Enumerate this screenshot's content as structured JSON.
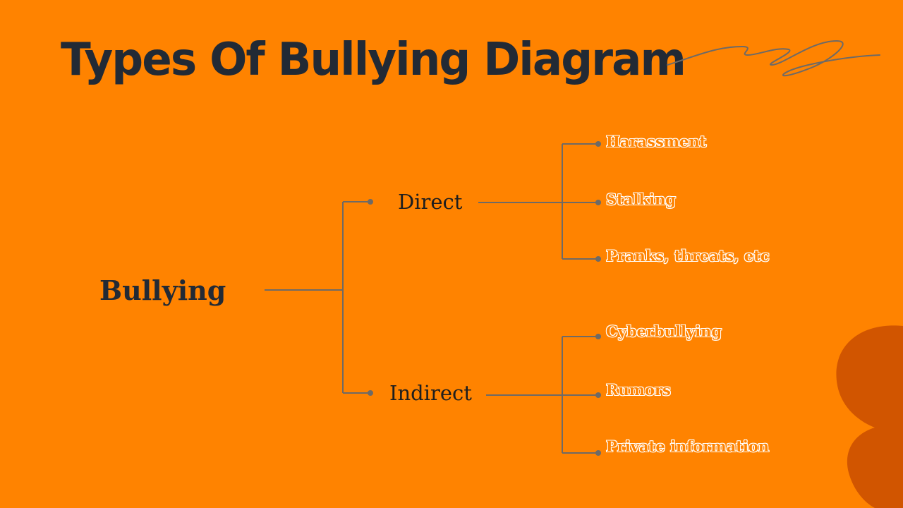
{
  "title": "Types Of Bullying Diagram",
  "colors": {
    "background": "#FF8300",
    "title": "#222A35",
    "connector": "#6E6A66",
    "leaf_outline": "#FFFFFF",
    "blob": "#D15500"
  },
  "tree": {
    "root": "Bullying",
    "branches": [
      {
        "label": "Direct",
        "leaves": [
          "Harassment",
          "Stalking",
          "Pranks, threats, etc"
        ]
      },
      {
        "label": "Indirect",
        "leaves": [
          "Cyberbullying",
          "Rumors",
          "Private information"
        ]
      }
    ]
  }
}
